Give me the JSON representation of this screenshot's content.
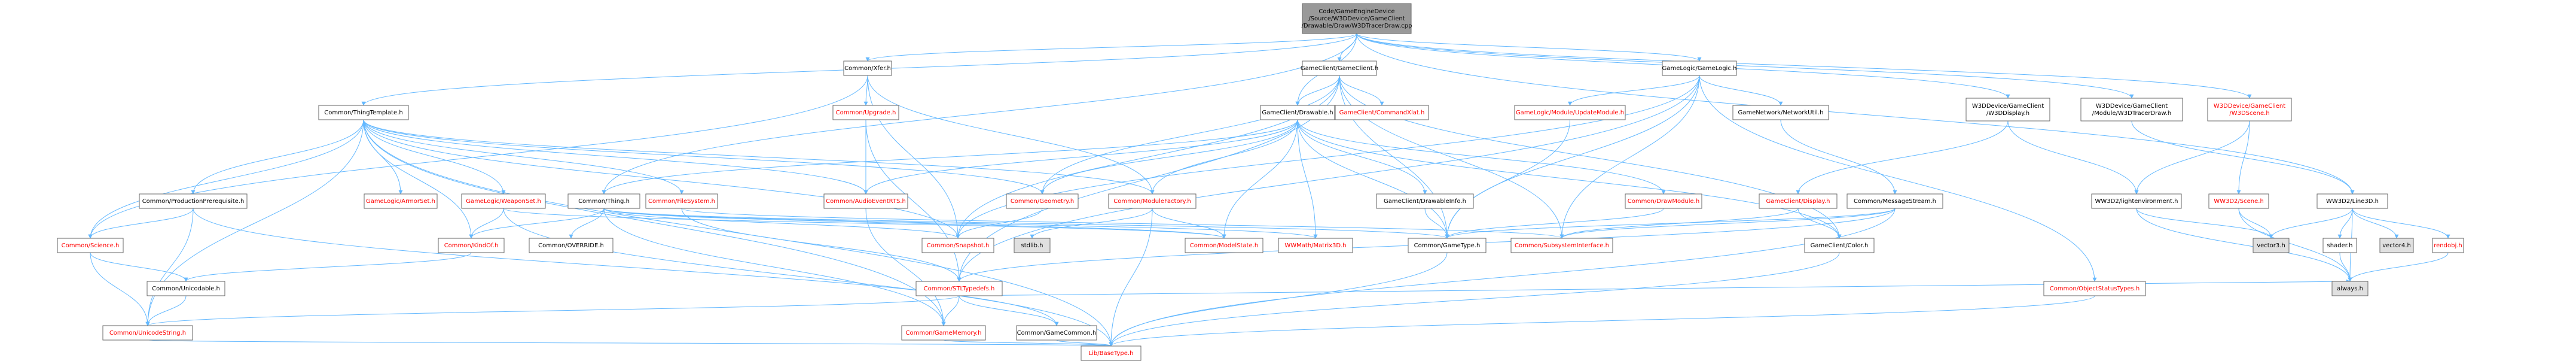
{
  "colors": {
    "edge": "#63b8ff",
    "root_fill": "#999999",
    "node_fill": "#ffffff",
    "linked_border": "#ff0000",
    "linked_text": "#ff0000",
    "text": "#000000",
    "terminal_fill": "#e0e0e0",
    "terminal_border": "#999999"
  },
  "nodes": [
    {
      "id": "root",
      "label": [
        "Code/GameEngineDevice",
        "/Source/W3DDevice/GameClient",
        "/Drawable/Draw/W3DTracerDraw.cpp"
      ],
      "kind": "root"
    },
    {
      "id": "xfer",
      "label": [
        "Common/Xfer.h"
      ],
      "kind": "plain"
    },
    {
      "id": "gameclient",
      "label": [
        "GameClient/GameClient.h"
      ],
      "kind": "plain"
    },
    {
      "id": "gamelogic",
      "label": [
        "GameLogic/GameLogic.h"
      ],
      "kind": "plain"
    },
    {
      "id": "thingtemplate",
      "label": [
        "Common/ThingTemplate.h"
      ],
      "kind": "plain"
    },
    {
      "id": "upgrade",
      "label": [
        "Common/Upgrade.h"
      ],
      "kind": "linked"
    },
    {
      "id": "drawable",
      "label": [
        "GameClient/Drawable.h"
      ],
      "kind": "plain"
    },
    {
      "id": "commandxlat",
      "label": [
        "GameClient/CommandXlat.h"
      ],
      "kind": "linked"
    },
    {
      "id": "updatemodule",
      "label": [
        "GameLogic/Module/UpdateModule.h"
      ],
      "kind": "linked"
    },
    {
      "id": "networkstats",
      "label": [
        "GameNetwork/NetworkUtil.h"
      ],
      "kind": "plain"
    },
    {
      "id": "w3ddisplay",
      "label": [
        "W3DDevice/GameClient",
        "/W3DDisplay.h"
      ],
      "kind": "plain"
    },
    {
      "id": "w3dtracer",
      "label": [
        "W3DDevice/GameClient",
        "/Module/W3DTracerDraw.h"
      ],
      "kind": "plain"
    },
    {
      "id": "w3dscene",
      "label": [
        "W3DDevice/GameClient",
        "/W3DScene.h"
      ],
      "kind": "linked"
    },
    {
      "id": "ww3dline",
      "label": [
        "WW3D2/Line3D.h"
      ],
      "kind": "plain"
    },
    {
      "id": "prodprereq",
      "label": [
        "Common/ProductionPrerequisite.h"
      ],
      "kind": "plain"
    },
    {
      "id": "armorset",
      "label": [
        "GameLogic/ArmorSet.h"
      ],
      "kind": "linked"
    },
    {
      "id": "weaponset",
      "label": [
        "GameLogic/WeaponSet.h"
      ],
      "kind": "linked"
    },
    {
      "id": "filesystem",
      "label": [
        "Common/FileSystem.h"
      ],
      "kind": "linked"
    },
    {
      "id": "audioevent",
      "label": [
        "Common/AudioEventRTS.h"
      ],
      "kind": "linked"
    },
    {
      "id": "geometry",
      "label": [
        "Common/Geometry.h"
      ],
      "kind": "linked"
    },
    {
      "id": "modulefactory",
      "label": [
        "Common/ModuleFactory.h"
      ],
      "kind": "linked"
    },
    {
      "id": "drawableinfo",
      "label": [
        "GameClient/DrawableInfo.h"
      ],
      "kind": "plain"
    },
    {
      "id": "drawmodule",
      "label": [
        "Common/DrawModule.h"
      ],
      "kind": "linked"
    },
    {
      "id": "display",
      "label": [
        "GameClient/Display.h"
      ],
      "kind": "linked"
    },
    {
      "id": "messagestream",
      "label": [
        "Common/MessageStream.h"
      ],
      "kind": "plain"
    },
    {
      "id": "w3dfogenv",
      "label": [
        "WW3D2/lightenvironment.h"
      ],
      "kind": "plain"
    },
    {
      "id": "w3dscene2",
      "label": [
        "WW3D2/Scene.h"
      ],
      "kind": "linked"
    },
    {
      "id": "thing",
      "label": [
        "Common/Thing.h"
      ],
      "kind": "plain"
    },
    {
      "id": "science",
      "label": [
        "Common/Science.h"
      ],
      "kind": "linked"
    },
    {
      "id": "kindof",
      "label": [
        "Common/KindOf.h"
      ],
      "kind": "linked"
    },
    {
      "id": "override",
      "label": [
        "Common/OVERRIDE.h"
      ],
      "kind": "plain"
    },
    {
      "id": "snapshot",
      "label": [
        "Common/Snapshot.h"
      ],
      "kind": "linked"
    },
    {
      "id": "stdlib",
      "label": [
        "stdlib.h"
      ],
      "kind": "terminal"
    },
    {
      "id": "modelstate",
      "label": [
        "Common/ModelState.h"
      ],
      "kind": "linked"
    },
    {
      "id": "matrix3d",
      "label": [
        "WWMath/Matrix3D.h"
      ],
      "kind": "linked"
    },
    {
      "id": "gametype",
      "label": [
        "Common/GameType.h"
      ],
      "kind": "plain"
    },
    {
      "id": "subsystem",
      "label": [
        "Common/SubsystemInterface.h"
      ],
      "kind": "linked"
    },
    {
      "id": "color",
      "label": [
        "GameClient/Color.h"
      ],
      "kind": "plain"
    },
    {
      "id": "vector3",
      "label": [
        "vector3.h"
      ],
      "kind": "terminal"
    },
    {
      "id": "shader",
      "label": [
        "shader.h"
      ],
      "kind": "plain"
    },
    {
      "id": "vector4",
      "label": [
        "vector4.h"
      ],
      "kind": "terminal"
    },
    {
      "id": "rendobj",
      "label": [
        "rendobj.h"
      ],
      "kind": "linked"
    },
    {
      "id": "unicodestring",
      "label": [
        "Common/UnicodeString.h"
      ],
      "kind": "linked"
    },
    {
      "id": "snapshot2",
      "label": [
        "Common/Snapshot.h"
      ],
      "kind": "hidden"
    },
    {
      "id": "stlcontainers",
      "label": [
        "Common/STLTypedefs.h"
      ],
      "kind": "linked"
    },
    {
      "id": "objectstatus",
      "label": [
        "Common/ObjectStatusTypes.h"
      ],
      "kind": "linked"
    },
    {
      "id": "always",
      "label": [
        "always.h"
      ],
      "kind": "terminal"
    },
    {
      "id": "gamememory",
      "label": [
        "Common/GameMemory.h"
      ],
      "kind": "linked"
    },
    {
      "id": "gamecommon",
      "label": [
        "Common/GameCommon.h"
      ],
      "kind": "plain"
    },
    {
      "id": "basetype",
      "label": [
        "Lib/BaseType.h"
      ],
      "kind": "linked"
    },
    {
      "id": "unicodestr2",
      "label": [
        "Common/UnicodeString.h"
      ],
      "kind": "hidden"
    },
    {
      "id": "asciistring",
      "label": [
        "Common/Unicodable.h"
      ],
      "kind": "plain"
    }
  ],
  "edges": [
    [
      "root",
      "xfer"
    ],
    [
      "root",
      "gameclient"
    ],
    [
      "root",
      "gamelogic"
    ],
    [
      "root",
      "thingtemplate"
    ],
    [
      "root",
      "drawable"
    ],
    [
      "root",
      "w3ddisplay"
    ],
    [
      "root",
      "w3dtracer"
    ],
    [
      "root",
      "w3dscene"
    ],
    [
      "root",
      "ww3dline"
    ],
    [
      "root",
      "thing"
    ],
    [
      "xfer",
      "upgrade"
    ],
    [
      "xfer",
      "science"
    ],
    [
      "xfer",
      "snapshot"
    ],
    [
      "xfer",
      "modulefactory"
    ],
    [
      "upgrade",
      "audioevent"
    ],
    [
      "upgrade",
      "stlcontainers"
    ],
    [
      "gameclient",
      "drawable"
    ],
    [
      "gameclient",
      "commandxlat"
    ],
    [
      "gameclient",
      "geometry"
    ],
    [
      "gameclient",
      "snapshot"
    ],
    [
      "gameclient",
      "gametype"
    ],
    [
      "gameclient",
      "color"
    ],
    [
      "gameclient",
      "subsystem"
    ],
    [
      "gameclient",
      "stlcontainers"
    ],
    [
      "gamelogic",
      "updatemodule"
    ],
    [
      "gamelogic",
      "networkstats"
    ],
    [
      "gamelogic",
      "snapshot"
    ],
    [
      "gamelogic",
      "gametype"
    ],
    [
      "gamelogic",
      "subsystem"
    ],
    [
      "gamelogic",
      "stlcontainers"
    ],
    [
      "gamelogic",
      "objectstatus"
    ],
    [
      "thingtemplate",
      "prodprereq"
    ],
    [
      "thingtemplate",
      "armorset"
    ],
    [
      "thingtemplate",
      "weaponset"
    ],
    [
      "thingtemplate",
      "filesystem"
    ],
    [
      "thingtemplate",
      "audioevent"
    ],
    [
      "thingtemplate",
      "geometry"
    ],
    [
      "thingtemplate",
      "modulefactory"
    ],
    [
      "thingtemplate",
      "science"
    ],
    [
      "thingtemplate",
      "kindof"
    ],
    [
      "thingtemplate",
      "unicodestring"
    ],
    [
      "thingtemplate",
      "gamememory"
    ],
    [
      "thingtemplate",
      "basetype"
    ],
    [
      "thingtemplate",
      "snapshot"
    ],
    [
      "drawable",
      "audioevent"
    ],
    [
      "drawable",
      "geometry"
    ],
    [
      "drawable",
      "modulefactory"
    ],
    [
      "drawable",
      "drawableinfo"
    ],
    [
      "drawable",
      "drawmodule"
    ],
    [
      "drawable",
      "thing"
    ],
    [
      "drawable",
      "modelstate"
    ],
    [
      "drawable",
      "matrix3d"
    ],
    [
      "drawable",
      "gametype"
    ],
    [
      "drawable",
      "color"
    ],
    [
      "networkstats",
      "messagestream"
    ],
    [
      "updatemodule",
      "gametype"
    ],
    [
      "w3ddisplay",
      "display"
    ],
    [
      "w3ddisplay",
      "w3dfogenv"
    ],
    [
      "w3dtracer",
      "ww3dline"
    ],
    [
      "w3dscene",
      "w3dscene2"
    ],
    [
      "w3dscene",
      "w3dfogenv"
    ],
    [
      "ww3dline",
      "vector3"
    ],
    [
      "ww3dline",
      "shader"
    ],
    [
      "ww3dline",
      "vector4"
    ],
    [
      "ww3dline",
      "rendobj"
    ],
    [
      "ww3dline",
      "always"
    ],
    [
      "prodprereq",
      "science"
    ],
    [
      "prodprereq",
      "gamecommon"
    ],
    [
      "prodprereq",
      "unicodestring"
    ],
    [
      "weaponset",
      "kindof"
    ],
    [
      "weaponset",
      "modelstate"
    ],
    [
      "weaponset",
      "basetype"
    ],
    [
      "filesystem",
      "subsystem"
    ],
    [
      "filesystem",
      "stlcontainers"
    ],
    [
      "audioevent",
      "gamememory"
    ],
    [
      "geometry",
      "snapshot"
    ],
    [
      "modulefactory",
      "stdlib"
    ],
    [
      "modulefactory",
      "modelstate"
    ],
    [
      "modulefactory",
      "basetype"
    ],
    [
      "drawableinfo",
      "gametype"
    ],
    [
      "drawmodule",
      "gametype"
    ],
    [
      "display",
      "color"
    ],
    [
      "display",
      "subsystem"
    ],
    [
      "messagestream",
      "gametype"
    ],
    [
      "messagestream",
      "subsystem"
    ],
    [
      "messagestream",
      "stlcontainers"
    ],
    [
      "messagestream",
      "basetype"
    ],
    [
      "w3dfogenv",
      "vector3"
    ],
    [
      "w3dfogenv",
      "always"
    ],
    [
      "w3dscene2",
      "vector3"
    ],
    [
      "w3dscene2",
      "always"
    ],
    [
      "thing",
      "kindof"
    ],
    [
      "thing",
      "override"
    ],
    [
      "thing",
      "snapshot"
    ],
    [
      "thing",
      "modelstate"
    ],
    [
      "thing",
      "matrix3d"
    ],
    [
      "thing",
      "gametype"
    ],
    [
      "thing",
      "gamememory"
    ],
    [
      "science",
      "asciistring"
    ],
    [
      "science",
      "unicodestring"
    ],
    [
      "kindof",
      "asciistring"
    ],
    [
      "gametype",
      "basetype"
    ],
    [
      "color",
      "basetype"
    ],
    [
      "shader",
      "always"
    ],
    [
      "rendobj",
      "always"
    ],
    [
      "unicodestring",
      "basetype"
    ],
    [
      "stlcontainers",
      "gamememory"
    ],
    [
      "stlcontainers",
      "gamecommon"
    ],
    [
      "stlcontainers",
      "always"
    ],
    [
      "stlcontainers",
      "unicodestring"
    ],
    [
      "objectstatus",
      "basetype"
    ],
    [
      "gamememory",
      "basetype"
    ],
    [
      "gamecommon",
      "basetype"
    ],
    [
      "asciistring",
      "unicodestring"
    ]
  ]
}
